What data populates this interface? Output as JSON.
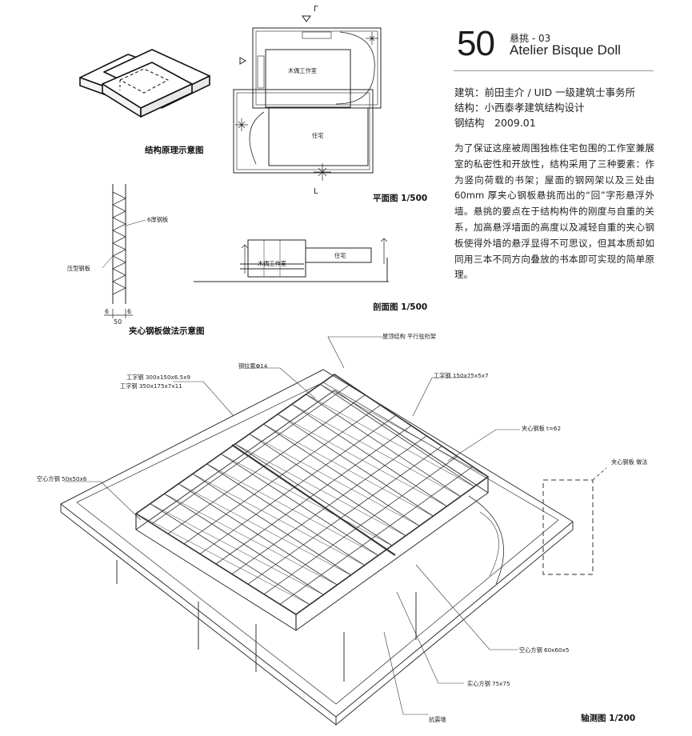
{
  "header": {
    "number": "50",
    "category": "悬挑 - 03",
    "project": "Atelier Bisque Doll"
  },
  "meta": {
    "architect": "建筑：前田圭介 / UID 一级建筑士事务所",
    "structure": "结构：小西泰孝建筑结构设计",
    "material_year": "钢结构　2009.01"
  },
  "description": "为了保证这座被周围独栋住宅包围的工作室兼展室的私密性和开放性，结构采用了三种要素：作为竖向荷载的书架；屋面的钢网架以及三处由 60mm 厚夹心钢板悬挑而出的“回”字形悬浮外墙。悬挑的要点在于结构构件的刚度与自重的关系，加高悬浮墙面的高度以及减轻自重的夹心钢板使得外墙的悬浮显得不可思议，但其本质却如同用三本不同方向叠放的书本即可实现的简单原理。",
  "captions": {
    "concept": "结构原理示意图",
    "plan": "平面图 1/500",
    "section": "剖面图 1/500",
    "panel": "夹心钢板做法示意图",
    "axon": "轴测图 1/200"
  },
  "plan_labels": {
    "atelier": "木偶工作室",
    "house": "住宅",
    "cut_top": "Γ",
    "cut_bottom": "L"
  },
  "section_labels": {
    "atelier": "木偶工作室",
    "house": "住宅"
  },
  "panel_labels": {
    "plate": "6厚钢板",
    "deck": "压型钢板",
    "dim_a": "6",
    "dim_b": "6",
    "dim_total": "50"
  },
  "axon_labels": {
    "roof_truss": "屋顶结构 平行弦桁架",
    "tie_rod": "钢拉索Φ14",
    "i_beam_1": "工字钢  300x150x6.5x9",
    "i_beam_2": "工字钢  350x175x7x11",
    "i_beam_3": "工字钢  150x75x5x7",
    "sandwich": "夹心钢板 t=62",
    "sandwich_detail": "夹心钢板 做法",
    "hollow_1": "空心方钢 50x50x6",
    "hollow_2": "空心方钢 60x60x5",
    "solid": "实心方钢  75x75",
    "shear_wall": "抗震墙"
  }
}
